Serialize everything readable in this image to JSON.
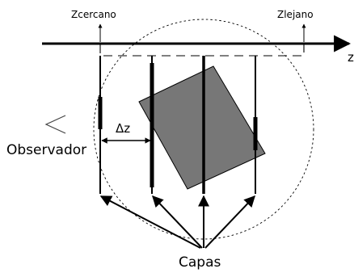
{
  "diagram": {
    "labels": {
      "z_near": "Zcercano",
      "z_far": "Zlejano",
      "axis": "z",
      "delta": "Δz",
      "observer": "Observador",
      "layers": "Capas"
    },
    "colors": {
      "ink": "#000000",
      "object_fill": "#777777",
      "background": "#ffffff"
    },
    "icons": [
      "observer-eye-icon"
    ],
    "layer_count": 4
  }
}
